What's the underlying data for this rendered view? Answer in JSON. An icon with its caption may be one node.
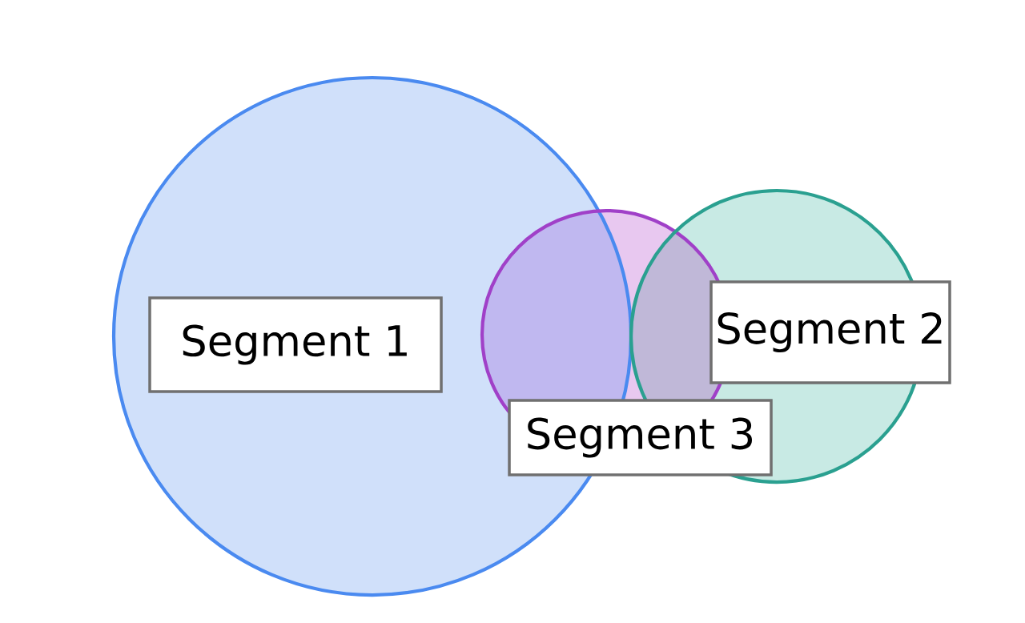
{
  "diagram": {
    "nodes": [
      {
        "text": [
          "Segment 1"
        ]
      },
      {
        "text": [
          "Segment 2"
        ]
      },
      {
        "text": [
          "Segment 3"
        ]
      }
    ]
  }
}
